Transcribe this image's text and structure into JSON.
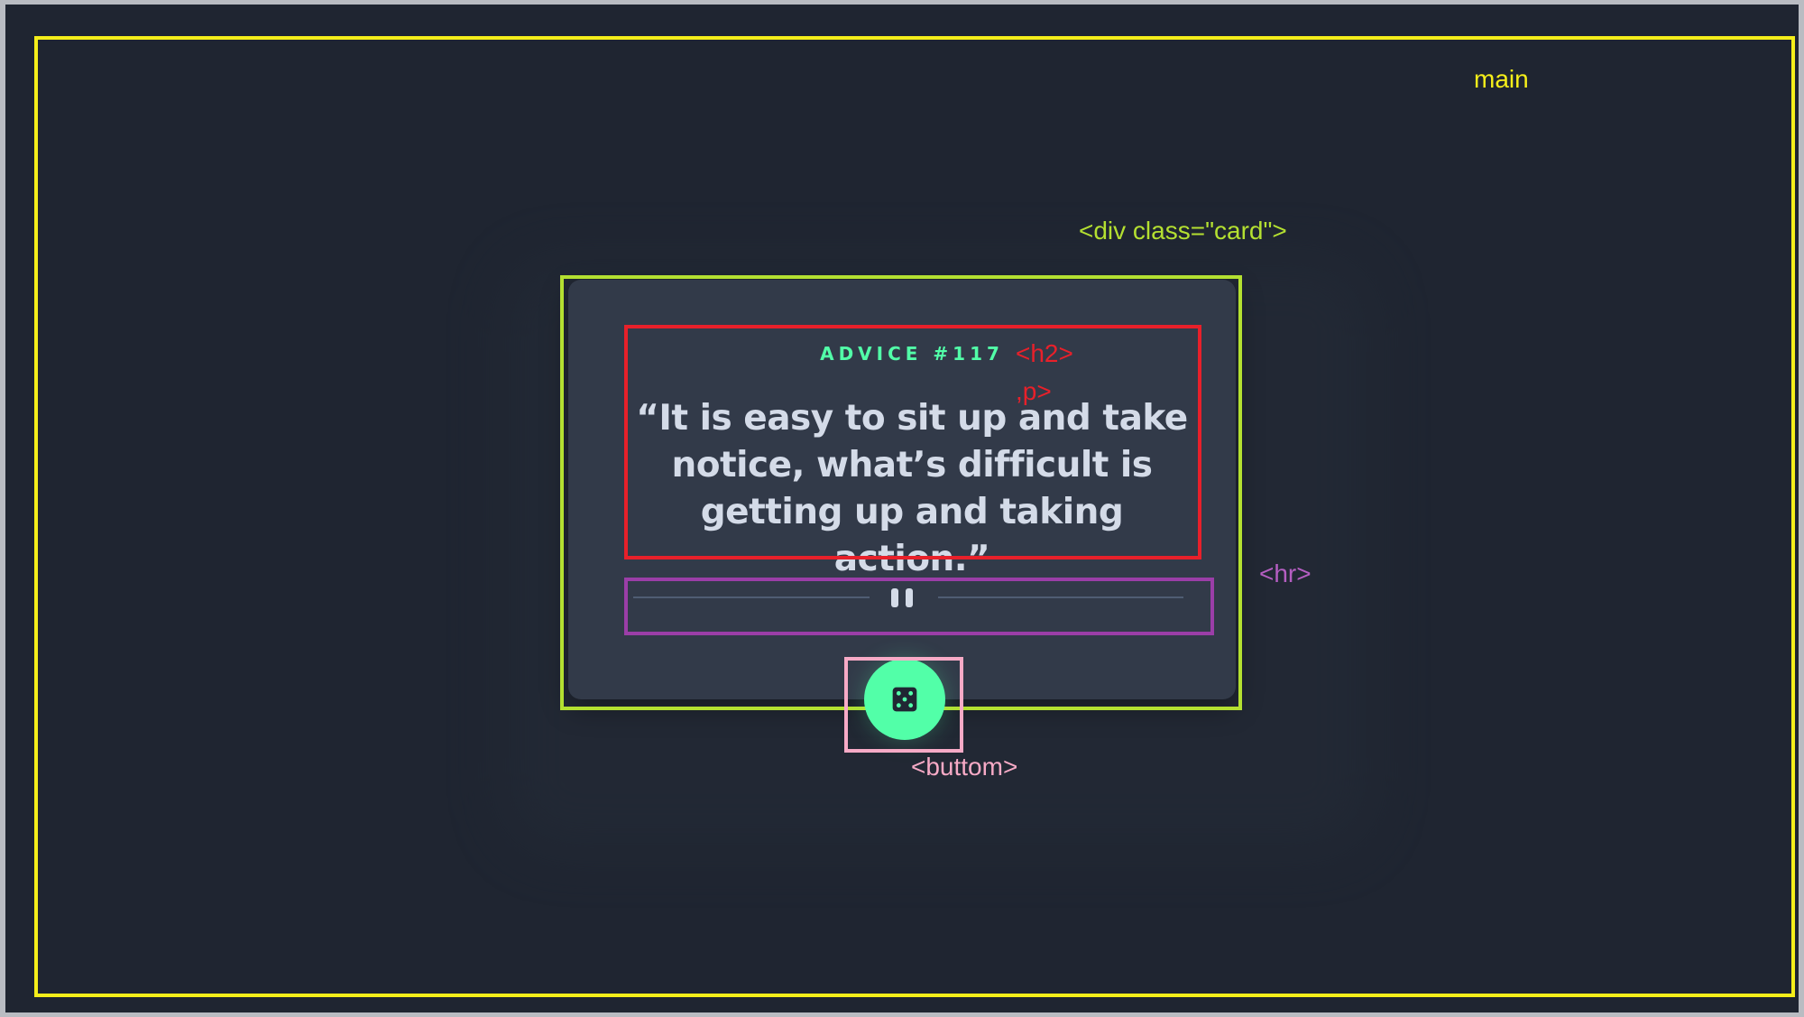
{
  "annotations": {
    "main": "main",
    "card": "<div class=\"card\">",
    "h2": "<h2>",
    "p": ",p>",
    "hr": "<hr>",
    "button": "<buttom>"
  },
  "card": {
    "heading": "ADVICE #117",
    "quote": "“It is easy to sit up and take notice, what’s difficult is getting up and taking action.”"
  },
  "divider": {
    "icon": "pause-icon"
  },
  "dice_button": {
    "icon": "dice-icon",
    "color": "#52ffa8"
  },
  "colors": {
    "background": "#1f2531",
    "card": "#323a49",
    "accent": "#52ffa8",
    "text": "#d4dbe8"
  }
}
